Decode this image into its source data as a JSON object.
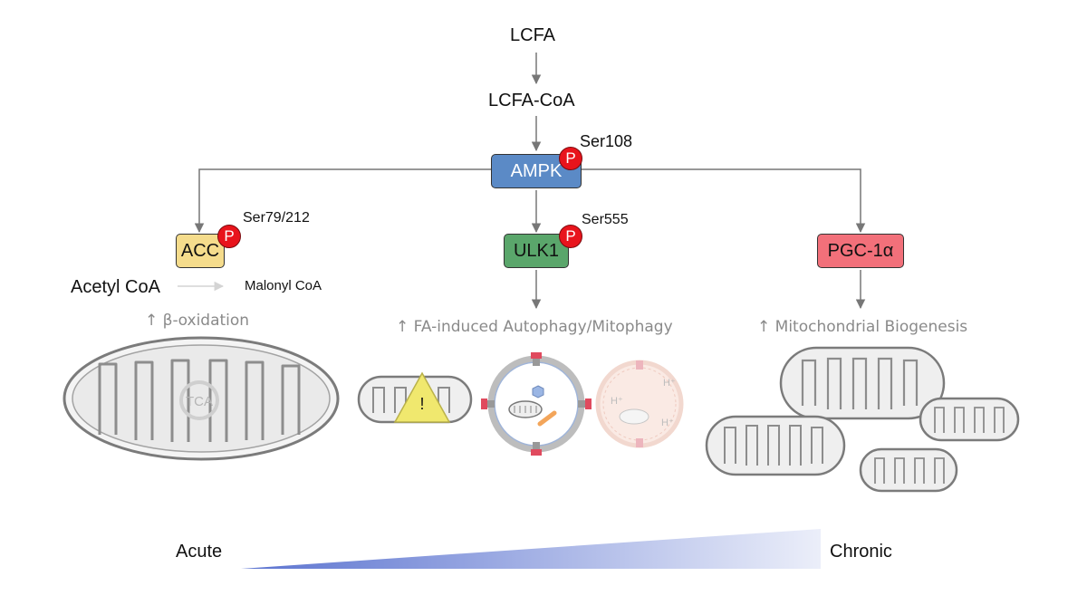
{
  "pathway": {
    "lcfa": "LCFA",
    "lcfa_coa": "LCFA-CoA",
    "ampk": {
      "label": "AMPK",
      "site": "Ser108",
      "phospho": "P",
      "color": "#5b8ac6"
    },
    "acc": {
      "label": "ACC",
      "site": "Ser79/212",
      "phospho": "P",
      "color": "#f5dc8c"
    },
    "ulk1": {
      "label": "ULK1",
      "site": "Ser555",
      "phospho": "P",
      "color": "#5aa66b"
    },
    "pgc1a": {
      "label": "PGC-1α",
      "color": "#f2707a"
    }
  },
  "reaction": {
    "substrate": "Acetyl CoA",
    "product": "Malonyl CoA"
  },
  "effects": {
    "beta_oxidation": "↑ β-oxidation",
    "autophagy": "↑ FA-induced Autophagy/Mitophagy",
    "biogenesis": "↑ Mitochondrial Biogenesis"
  },
  "illustrations": {
    "tca": "TCA",
    "stress": "!",
    "proton": "H⁺"
  },
  "timeline": {
    "start": "Acute",
    "end": "Chronic",
    "color": "#5b73d0"
  }
}
